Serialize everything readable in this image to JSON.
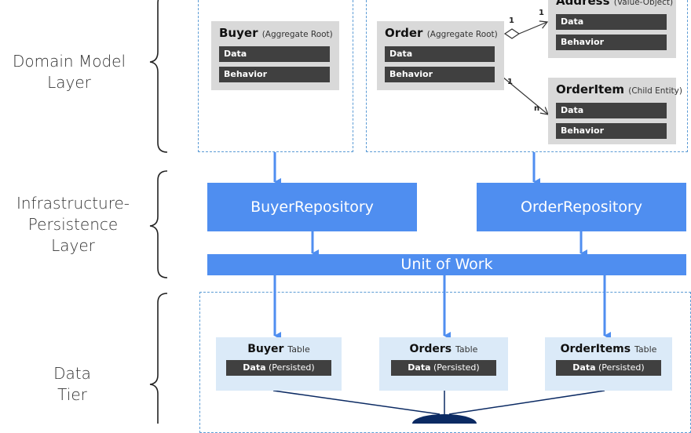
{
  "layers": {
    "domain_line1": "Domain Model",
    "domain_line2": "Layer",
    "infra_line1": "Infrastructure-",
    "infra_line2": "Persistence",
    "infra_line3": "Layer",
    "data_line1": "Data",
    "data_line2": "Tier"
  },
  "domain": {
    "buyer": {
      "name": "Buyer",
      "role": "(Aggregate Root)",
      "data": "Data",
      "behavior": "Behavior"
    },
    "order": {
      "name": "Order",
      "role": "(Aggregate Root)",
      "data": "Data",
      "behavior": "Behavior"
    },
    "address": {
      "name": "Address",
      "role": "(Value-Object)",
      "data": "Data",
      "behavior": "Behavior"
    },
    "orderitem": {
      "name": "OrderItem",
      "role": "(Child Entity)",
      "data": "Data",
      "behavior": "Behavior"
    },
    "multiplicity": {
      "order_addr_from": "1",
      "order_addr_to": "1",
      "order_item_from": "1",
      "order_item_to": "n"
    }
  },
  "infrastructure": {
    "buyer_repo": "BuyerRepository",
    "order_repo": "OrderRepository",
    "unit_of_work": "Unit of Work"
  },
  "data_tier": {
    "buyer_table": {
      "name": "Buyer",
      "suffix": "Table",
      "data": "Data",
      "state": "(Persisted)"
    },
    "orders_table": {
      "name": "Orders",
      "suffix": "Table",
      "data": "Data",
      "state": "(Persisted)"
    },
    "orderitems_table": {
      "name": "OrderItems",
      "suffix": "Table",
      "data": "Data",
      "state": "(Persisted)"
    }
  },
  "colors": {
    "accent_blue": "#4f8ef0",
    "dashed_blue": "#5b9bd5",
    "entity_gray": "#d9d9d9",
    "bar_dark": "#404040",
    "table_bg": "#dbeaf8",
    "db_navy": "#0b2a63"
  }
}
